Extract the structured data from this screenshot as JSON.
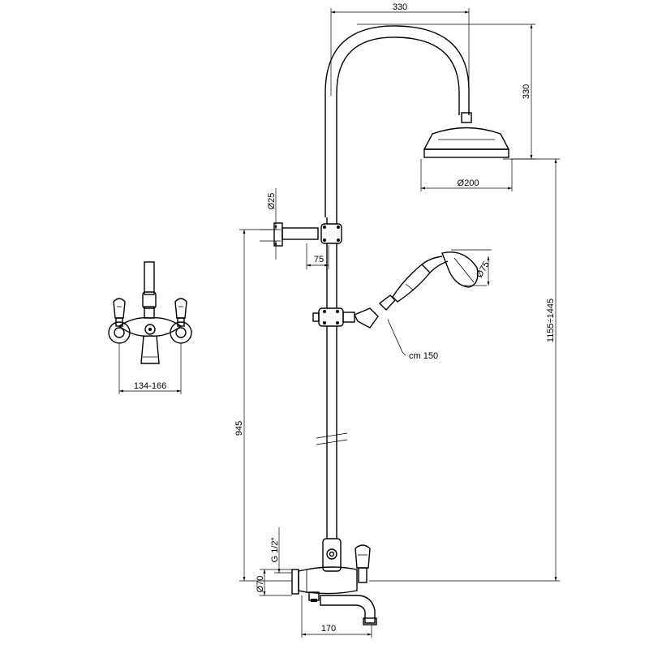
{
  "dimensions": {
    "arm_reach": "330",
    "head_drop": "330",
    "head_diameter": "Ø200",
    "bracket_diameter": "Ø25",
    "bracket_offset": "75",
    "hand_shower_diameter": "Ø75",
    "hose_length": "cm 150",
    "total_height": "1155÷1445",
    "mixer_height": "945",
    "inlet_thread": "G 1/2\"",
    "escutcheon_diameter": "Ø70",
    "spout_reach": "170",
    "centers": "134-166"
  }
}
